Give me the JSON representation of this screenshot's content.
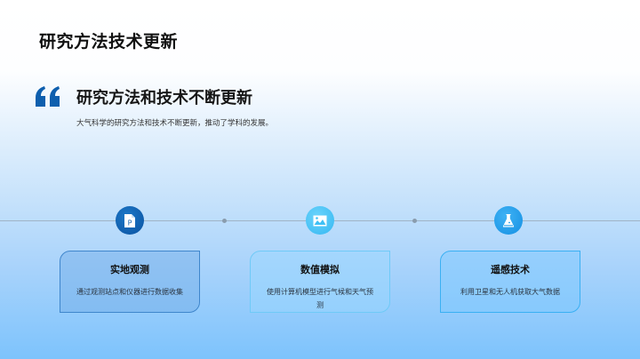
{
  "slide": {
    "title": "研究方法技术更新",
    "quote": {
      "icon": "quote-icon",
      "heading": "研究方法和技术不断更新",
      "description": "大气科学的研究方法和技术不断更新，推动了学科的发展。"
    },
    "timeline": {
      "items": [
        {
          "icon": "document-p-icon",
          "icon_color": "#0e5fae",
          "title": "实地观测",
          "description": "通过观测站点和仪器进行数据收集"
        },
        {
          "icon": "image-icon",
          "icon_color": "#3fc0f5",
          "title": "数值模拟",
          "description": "使用计算机模型进行气候和天气预测"
        },
        {
          "icon": "flask-icon",
          "icon_color": "#1a9ae8",
          "title": "遥感技术",
          "description": "利用卫星和无人机获取大气数据"
        }
      ]
    },
    "colors": {
      "accent_dark": "#0e5fae",
      "accent_light": "#3fc0f5",
      "accent_mid": "#1a9ae8"
    }
  }
}
